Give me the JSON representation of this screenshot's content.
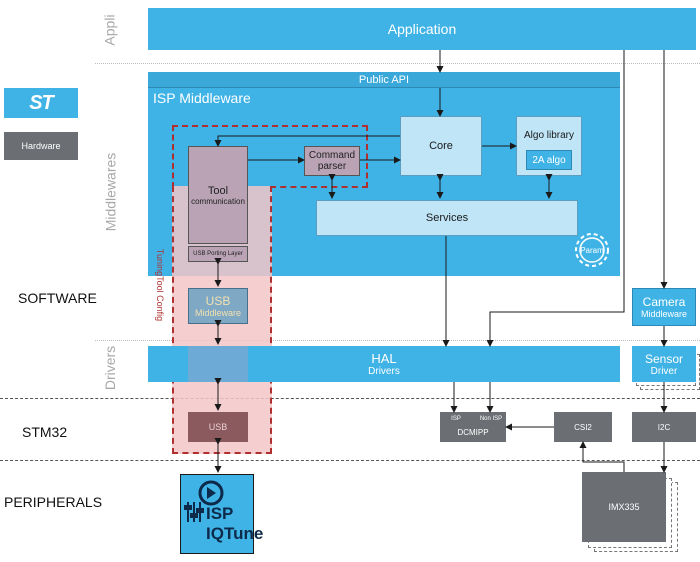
{
  "layers": {
    "appli": "Appli",
    "middlewares": "Middlewares",
    "drivers": "Drivers"
  },
  "sections": {
    "software": "SOFTWARE",
    "stm32": "STM32",
    "peripherals": "PERIPHERALS"
  },
  "legend": {
    "hardware": "Hardware",
    "st_logo": "ST"
  },
  "blocks": {
    "application": "Application",
    "public_api": "Public API",
    "isp_middleware": "ISP Middleware",
    "core": "Core",
    "algo_library": "Algo library",
    "algo_2a": "2A algo",
    "services": "Services",
    "param": "Param",
    "tool_title": "Tool",
    "tool_sub": "communication",
    "command_parser": "Command parser",
    "usb_porting": "USB Porting Layer",
    "usb_mw_title": "USB",
    "usb_mw_sub": "Middleware",
    "tuning_config": "TuningTool Config",
    "camera_title": "Camera",
    "camera_sub": "Middleware",
    "hal_title": "HAL",
    "hal_sub": "Drivers",
    "sensor_title": "Sensor",
    "sensor_sub": "Driver",
    "usb_hw": "USB",
    "dcmipp": "DCMIPP",
    "isp_port": "ISP",
    "nonisp_port": "Non ISP",
    "csi2": "CSI2",
    "i2c": "I2C",
    "imx335": "IMX335",
    "isp_iqtune_line1": "ISP",
    "isp_iqtune_line2": "IQTune"
  },
  "colors": {
    "cyan": "#3fb3e6",
    "light_blue": "#bfe5f7",
    "hardware_gray": "#6b6e73",
    "dashed_red": "#b03030",
    "config_pink": "#f3c5c8"
  }
}
